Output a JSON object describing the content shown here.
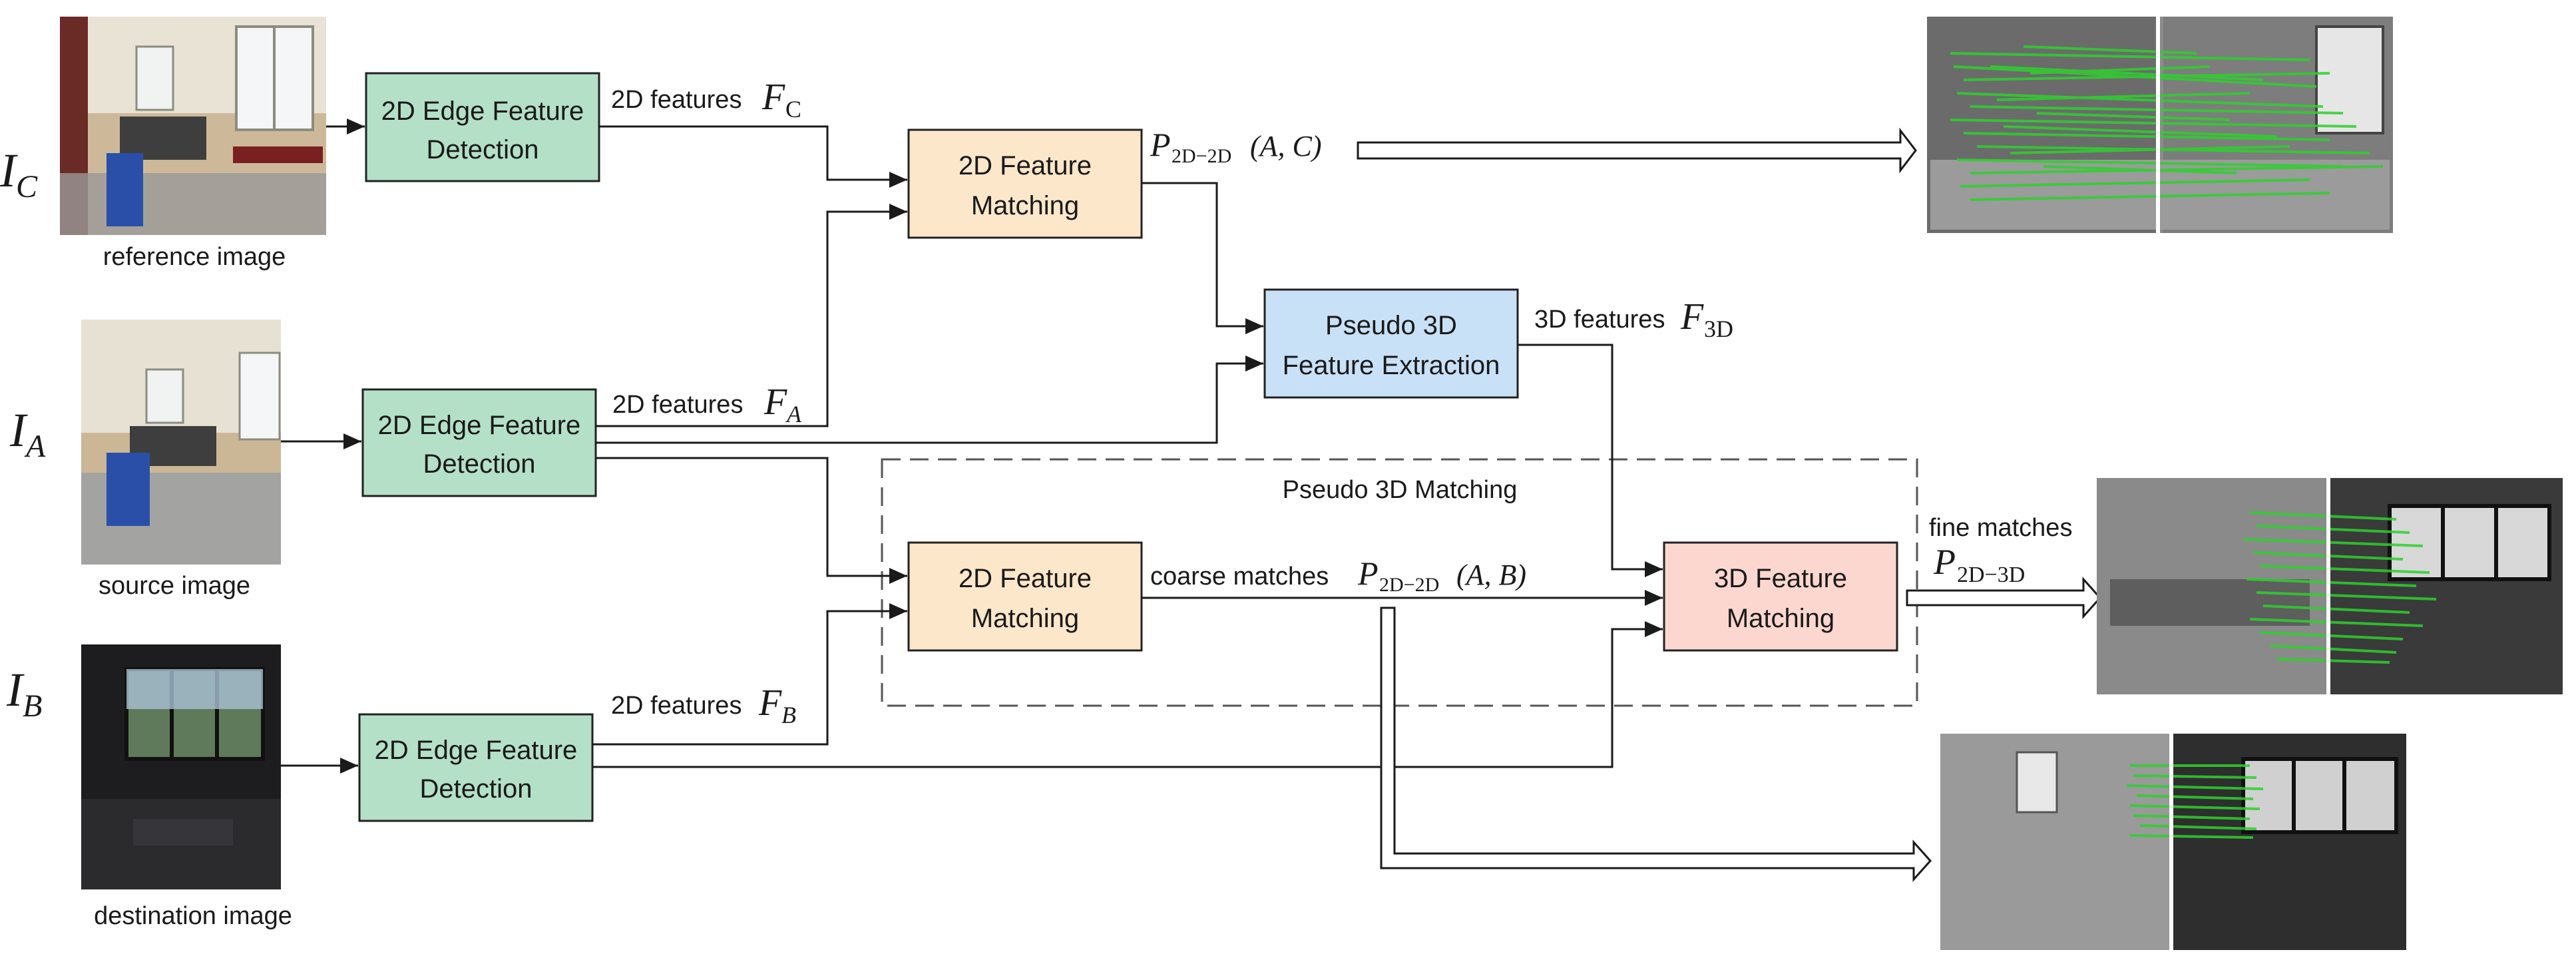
{
  "inputs": {
    "C": {
      "symbol_main": "I",
      "symbol_sub": "C",
      "caption": "reference image"
    },
    "A": {
      "symbol_main": "I",
      "symbol_sub": "A",
      "caption": "source image"
    },
    "B": {
      "symbol_main": "I",
      "symbol_sub": "B",
      "caption": "destination image"
    }
  },
  "boxes": {
    "edge_c": {
      "line1": "2D Edge Feature",
      "line2": "Detection"
    },
    "edge_a": {
      "line1": "2D Edge Feature",
      "line2": "Detection"
    },
    "edge_b": {
      "line1": "2D Edge Feature",
      "line2": "Detection"
    },
    "match_top": {
      "line1": "2D Feature",
      "line2": "Matching"
    },
    "match_mid": {
      "line1": "2D Feature",
      "line2": "Matching"
    },
    "pseudo3d": {
      "line1": "Pseudo 3D",
      "line2": "Feature Extraction"
    },
    "match3d": {
      "line1": "3D Feature",
      "line2": "Matching"
    }
  },
  "colors": {
    "green": "#b4e0c8",
    "orange": "#fde7ca",
    "blue": "#c9e1f7",
    "pink": "#fbd7d0",
    "match_line": "#2dd12d"
  },
  "labels": {
    "fc_text": "2D features",
    "fc_sym": "F",
    "fc_sub": "C",
    "fa_text": "2D features",
    "fa_sym": "F",
    "fa_sub": "A",
    "fb_text": "2D features",
    "fb_sym": "F",
    "fb_sub": "B",
    "f3d_text": "3D features",
    "f3d_sym": "F",
    "f3d_sub": "3D",
    "p_ac_sym": "P",
    "p_ac_sub": "2D−2D",
    "p_ac_args": "(A, C)",
    "coarse_text": "coarse matches",
    "p_ab_sym": "P",
    "p_ab_sub": "2D−2D",
    "p_ab_args": "(A, B)",
    "fine_text": "fine matches",
    "fine_sym": "P",
    "fine_sub": "2D−3D",
    "region_title": "Pseudo 3D Matching"
  }
}
